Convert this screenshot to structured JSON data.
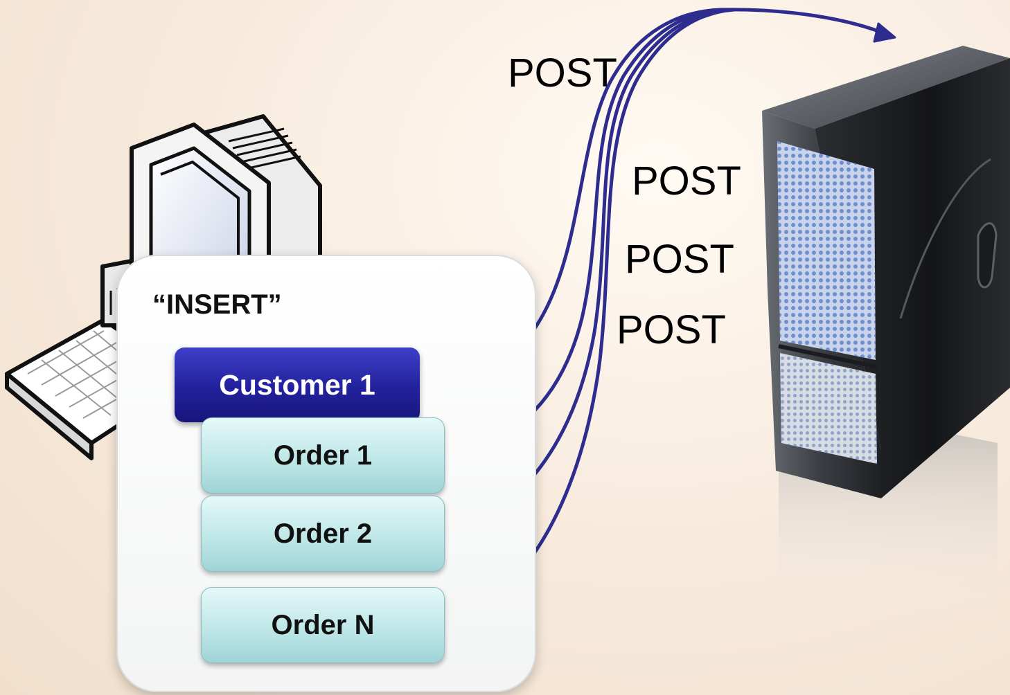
{
  "batch": {
    "title": "“INSERT”",
    "customer": "Customer 1",
    "orders": [
      "Order 1",
      "Order 2",
      "Order N"
    ]
  },
  "requests": {
    "labels": [
      "POST",
      "POST",
      "POST",
      "POST"
    ]
  },
  "colors": {
    "arrow": "#2e2d8f",
    "customer_fill": "#22219c",
    "order_fill": "#bfe7e8"
  },
  "icons": {
    "client": "desktop-computer-icon",
    "server": "server-tower-icon"
  }
}
